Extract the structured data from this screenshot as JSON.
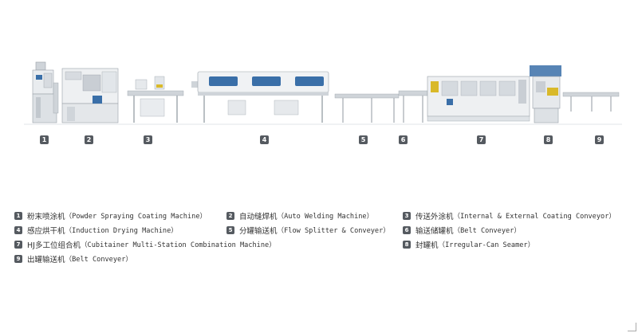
{
  "markers": [
    "1",
    "2",
    "3",
    "4",
    "5",
    "6",
    "7",
    "8",
    "9"
  ],
  "legend": [
    {
      "num": "1",
      "zh": "粉末喷涂机",
      "en": "（Powder Spraying Coating Machine）"
    },
    {
      "num": "2",
      "zh": "自动缝焊机",
      "en": "（Auto Welding Machine）"
    },
    {
      "num": "3",
      "zh": "传送外涂机",
      "en": "（Internal & External Coating Conveyor）"
    },
    {
      "num": "4",
      "zh": "感应烘干机",
      "en": "（Induction Drying Machine）"
    },
    {
      "num": "5",
      "zh": "分罐输送机",
      "en": "（Flow Splitter & Conveyer）"
    },
    {
      "num": "6",
      "zh": "输送储罐机",
      "en": "（Belt Conveyer）"
    },
    {
      "num": "7",
      "zh": "HJ多工位组合机",
      "en": "（Cubitainer Multi-Station Combination Machine）"
    },
    {
      "num": "8",
      "zh": "封罐机",
      "en": "（Irregular-Can Seamer）"
    },
    {
      "num": "9",
      "zh": "出罐输送机",
      "en": "（Belt Conveyer）"
    }
  ],
  "colors": {
    "machine_body": "#e9ecef",
    "machine_frame": "#b7bdc4",
    "window_blue": "#3a6fa8",
    "accent_yellow": "#d9b92a",
    "marker": "#555a60"
  }
}
